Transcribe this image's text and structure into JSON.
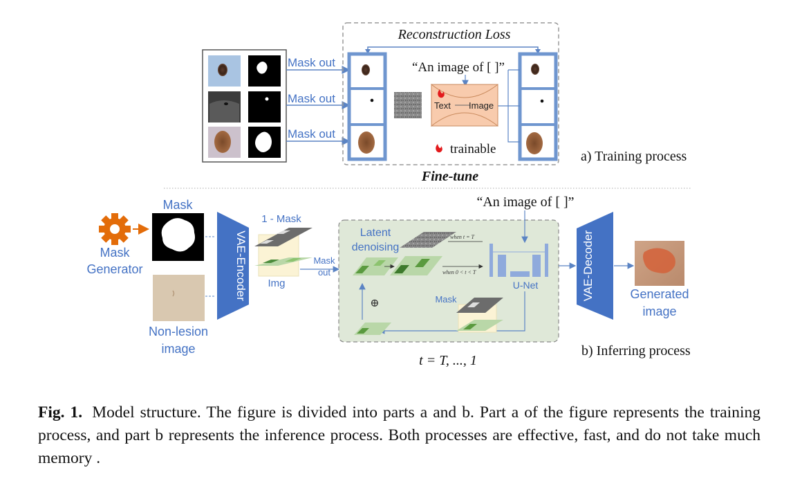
{
  "training": {
    "loss_label": "Reconstruction Loss",
    "mask_out_labels": [
      "Mask out",
      "Mask out",
      "Mask out"
    ],
    "prompt": "“An image of [ ]”",
    "text_label": "Text",
    "image_label": "Image",
    "trainable_label": "trainable",
    "finetune_label": "Fine-tune",
    "part_label": "a) Training process"
  },
  "inferring": {
    "mask_label": "Mask",
    "mask_generator_label": [
      "Mask",
      "Generator"
    ],
    "non_lesion_label": [
      "Non-lesion",
      "image"
    ],
    "encoder_label": "VAE-Encoder",
    "one_minus_mask_label": "1 - Mask",
    "img_label": "Img",
    "mask_out_label": [
      "Mask",
      "out"
    ],
    "latent_label": [
      "Latent",
      "denoising"
    ],
    "when_t_eq": "when t = T",
    "when_t_range": "when 0 < t < T",
    "prompt": "“An image of [ ]”",
    "unet_label": "U-Net",
    "inner_mask_label": "Mask",
    "oplus_symbol": "⊕",
    "timestep_label": "t = T, ..., 1",
    "decoder_label": "VAE-Decoder",
    "generated_label": [
      "Generated",
      "image"
    ],
    "part_label": "b) Inferring process"
  },
  "caption": {
    "label": "Fig. 1.",
    "text": "Model structure. The figure is divided into parts a and b. Part a of the figure represents the training process, and part b represents the inference process. Both processes are effective, fast, and do not take much memory ."
  },
  "colors": {
    "blue_frame": "#6f96cf",
    "blue_text": "#4472c4",
    "orange": "#e36c09",
    "peach": "#f8cbad",
    "green_panel": "#dfe8d8",
    "encoder_blue": "#4472c4"
  }
}
